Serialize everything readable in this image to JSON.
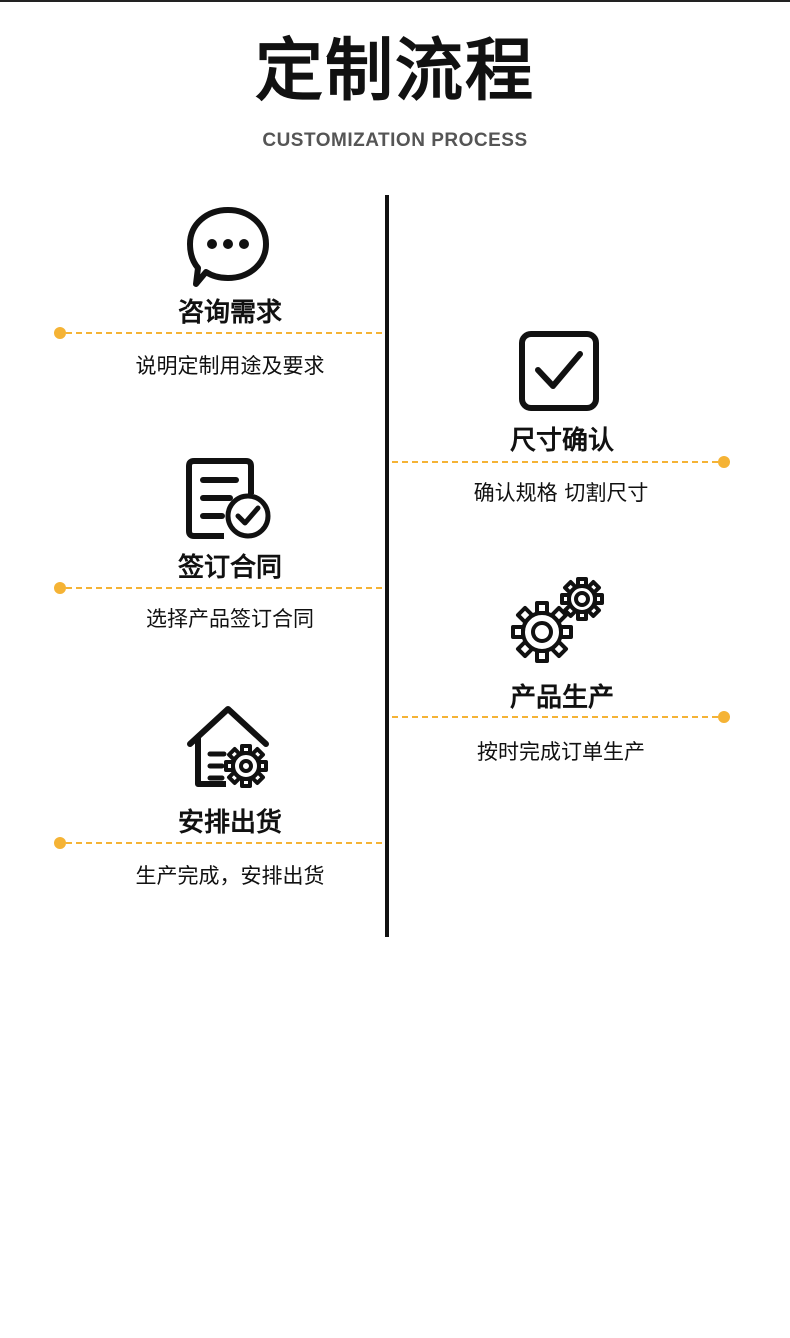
{
  "header": {
    "title": "定制流程",
    "subtitle": "CUSTOMIZATION PROCESS"
  },
  "accent_color": "#f5b335",
  "steps": [
    {
      "title": "咨询需求",
      "desc": "说明定制用途及要求",
      "icon": "chat-bubble-icon",
      "side": "left"
    },
    {
      "title": "尺寸确认",
      "desc": "确认规格 切割尺寸",
      "icon": "checkbox-icon",
      "side": "right"
    },
    {
      "title": "签订合同",
      "desc": "选择产品签订合同",
      "icon": "contract-check-icon",
      "side": "left"
    },
    {
      "title": "产品生产",
      "desc": "按时完成订单生产",
      "icon": "gears-icon",
      "side": "right"
    },
    {
      "title": "安排出货",
      "desc": "生产完成，安排出货",
      "icon": "warehouse-gear-icon",
      "side": "left"
    }
  ]
}
